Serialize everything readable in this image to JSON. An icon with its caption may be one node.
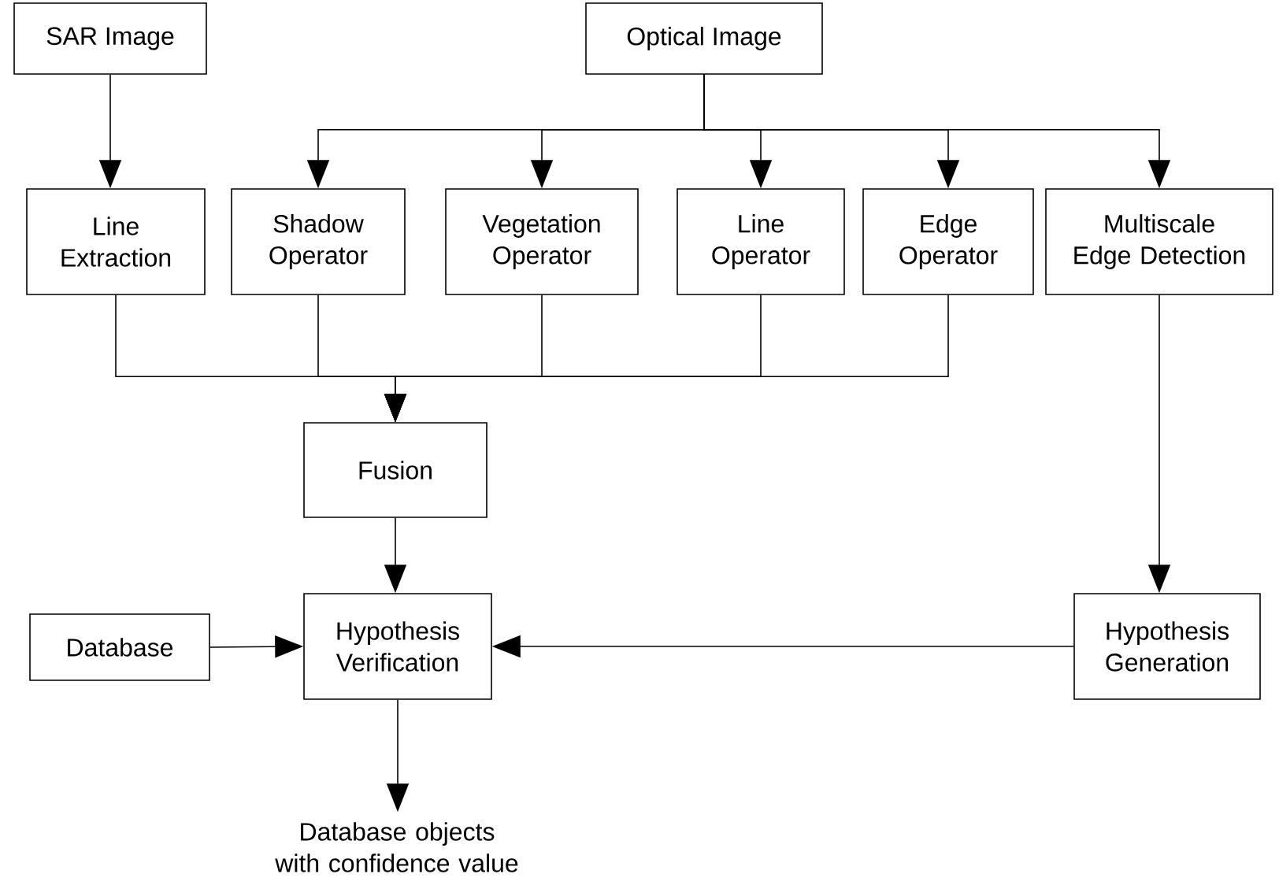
{
  "diagram": {
    "nodes": [
      {
        "text": [
          "SAR Image"
        ]
      },
      {
        "text": [
          "Optical Image"
        ]
      },
      {
        "text": [
          "Line Extraction"
        ]
      },
      {
        "text": [
          "Shadow Operator"
        ]
      },
      {
        "text": [
          "Vegetation Operator"
        ]
      },
      {
        "text": [
          "Line Operator"
        ]
      },
      {
        "text": [
          "Edge Operator"
        ]
      },
      {
        "text": [
          "Multiscale Edge Detection"
        ]
      },
      {
        "text": [
          "Fusion"
        ]
      },
      {
        "text": [
          "Database"
        ]
      },
      {
        "text": [
          "Hypothesis Verification"
        ]
      },
      {
        "text": [
          "Hypothesis Generation"
        ]
      },
      {
        "text": [
          "Database objects with confidence value"
        ]
      }
    ],
    "edges": [
      {
        "from": 0,
        "to": 2,
        "arrow": "to"
      },
      {
        "from": 1,
        "to": 3,
        "arrow": "to"
      },
      {
        "from": 1,
        "to": 4,
        "arrow": "to"
      },
      {
        "from": 1,
        "to": 5,
        "arrow": "to"
      },
      {
        "from": 1,
        "to": 6,
        "arrow": "to"
      },
      {
        "from": 1,
        "to": 7,
        "arrow": "to"
      },
      {
        "from": 7,
        "to": 11,
        "arrow": "to"
      },
      {
        "from": 2,
        "to": 8,
        "arrow": "to"
      },
      {
        "from": 3,
        "to": 8,
        "arrow": "to"
      },
      {
        "from": 4,
        "to": 8,
        "arrow": "to"
      },
      {
        "from": 5,
        "to": 8,
        "arrow": "to"
      },
      {
        "from": 6,
        "to": 8,
        "arrow": "to"
      },
      {
        "from": 8,
        "to": 10,
        "arrow": "to"
      },
      {
        "from": 9,
        "to": 10,
        "arrow": "to"
      },
      {
        "from": 11,
        "to": 10,
        "arrow": "to"
      },
      {
        "from": 10,
        "to": 12,
        "arrow": "to"
      }
    ]
  }
}
